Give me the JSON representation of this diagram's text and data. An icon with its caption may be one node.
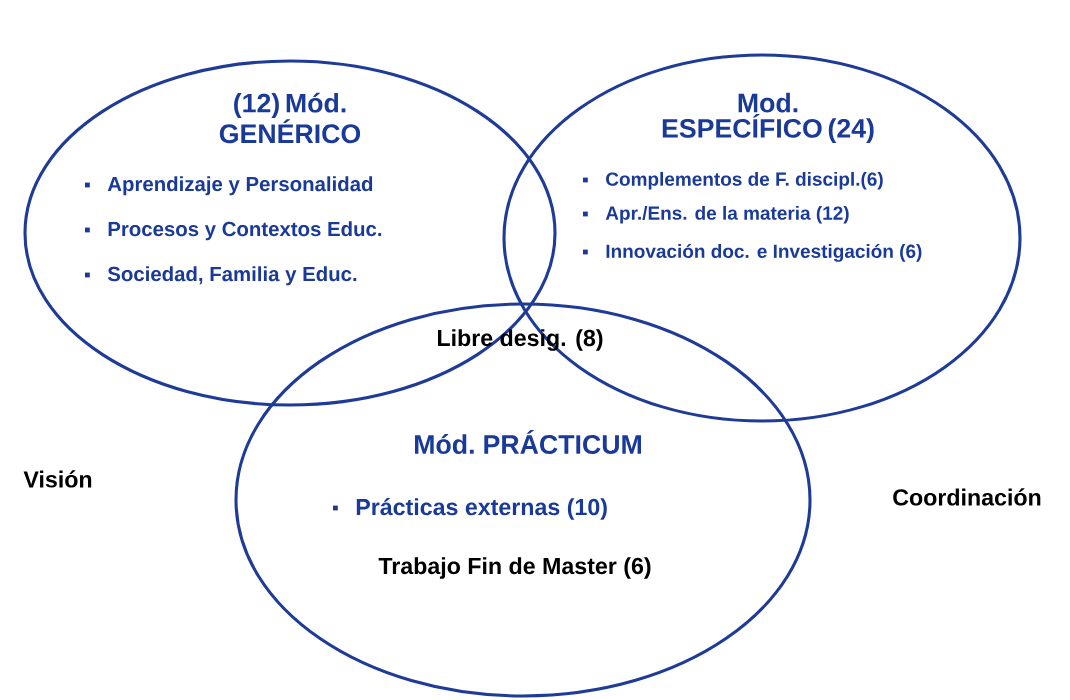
{
  "diagram": {
    "nodes": [
      {
        "text": [
          "(12) Mód. GENÉRICO",
          "Aprendizaje y Personalidad",
          "Procesos y Contextos Educ.",
          "Sociedad, Familia y Educ."
        ]
      },
      {
        "text": [
          "Mod. ESPECÍFICO (24)",
          "Complementos de F. discipl.(6)",
          "Apr./Ens. de la materia (12)",
          "Innovación doc. e Investigación (6)"
        ]
      },
      {
        "text": [
          "Mód. PRÁCTICUM",
          "Prácticas externas (10)",
          "Trabajo Fin de Master (6)"
        ]
      }
    ],
    "labels": [
      "Libre desig. (8)",
      "Visión",
      "Coordinación"
    ]
  }
}
